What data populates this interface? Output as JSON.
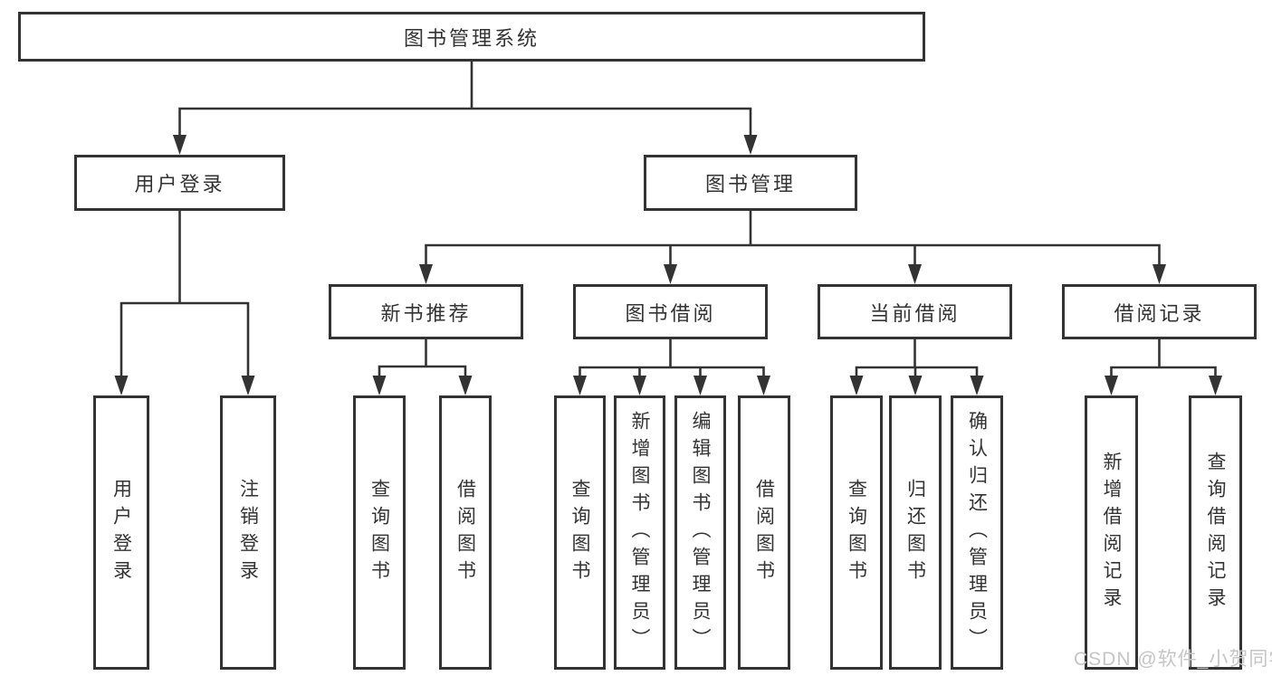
{
  "diagram": {
    "root": {
      "label": "图书管理系统"
    },
    "level2": [
      {
        "label": "用户登录"
      },
      {
        "label": "图书管理"
      }
    ],
    "level3": [
      {
        "label": "新书推荐"
      },
      {
        "label": "图书借阅"
      },
      {
        "label": "当前借阅"
      },
      {
        "label": "借阅记录"
      }
    ],
    "leaves": {
      "user_login": [
        {
          "label": "用户登录"
        },
        {
          "label": "注销登录"
        }
      ],
      "new_book_recommend": [
        {
          "label": "查询图书"
        },
        {
          "label": "借阅图书"
        }
      ],
      "book_borrowing": [
        {
          "label": "查询图书"
        },
        {
          "label": "新增图书（管理员）"
        },
        {
          "label": "编辑图书（管理员）"
        },
        {
          "label": "借阅图书"
        }
      ],
      "current_borrowing": [
        {
          "label": "查询图书"
        },
        {
          "label": "归还图书"
        },
        {
          "label": "确认归还（管理员）"
        }
      ],
      "borrowing_records": [
        {
          "label": "新增借阅记录"
        },
        {
          "label": "查询借阅记录"
        }
      ]
    }
  },
  "watermark": {
    "text": "CSDN @软件_小贺同学"
  },
  "colors": {
    "line": "#333333",
    "text": "#333333",
    "box_bg": "#ffffff",
    "watermark": "#c5c5c5",
    "page_bg": "#ffffff"
  }
}
